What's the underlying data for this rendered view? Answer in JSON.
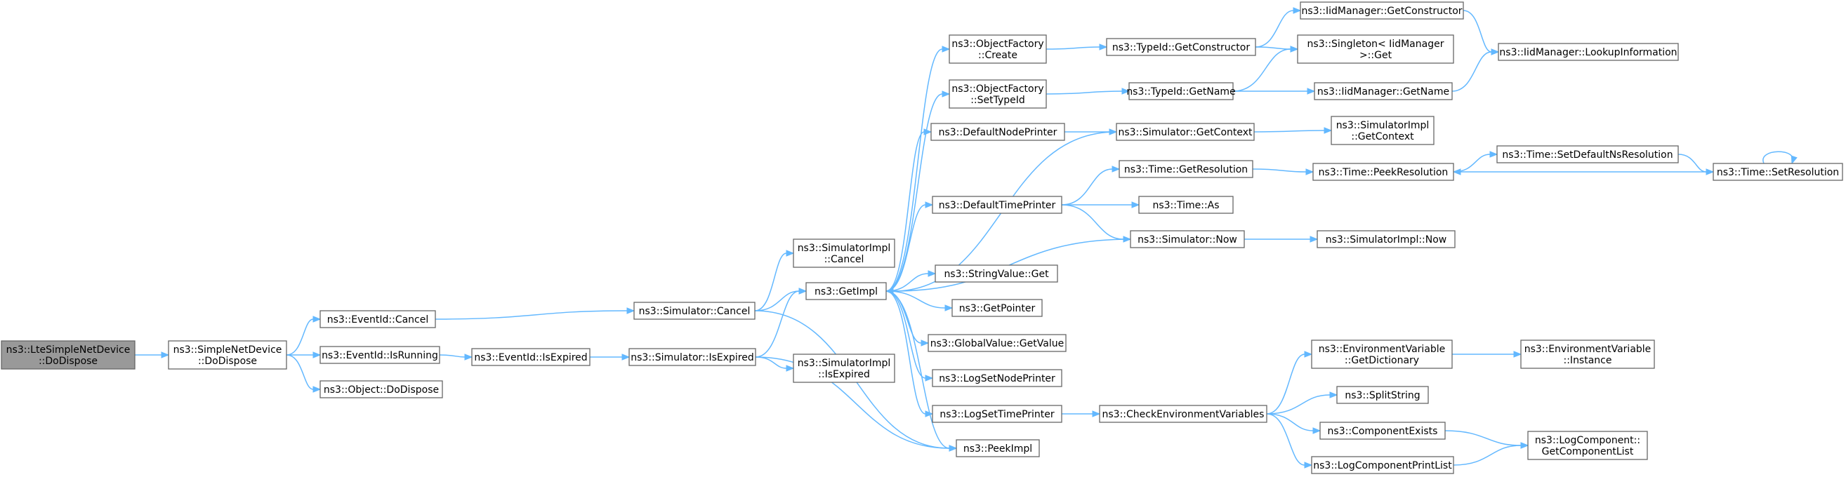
{
  "colors": {
    "edge": "#63b8ff",
    "node_border": "#666666",
    "root_fill": "#999999",
    "node_fill": "#ffffff"
  },
  "nodes": [
    {
      "id": "lte_dodispose",
      "lines": [
        "ns3::LteSimpleNetDevice",
        "::DoDispose"
      ],
      "root": true
    },
    {
      "id": "simple_dodispose",
      "lines": [
        "ns3::SimpleNetDevice",
        "::DoDispose"
      ]
    },
    {
      "id": "eventid_cancel",
      "lines": [
        "ns3::EventId::Cancel"
      ]
    },
    {
      "id": "eventid_isrunning",
      "lines": [
        "ns3::EventId::IsRunning"
      ]
    },
    {
      "id": "object_dodispose",
      "lines": [
        "ns3::Object::DoDispose"
      ]
    },
    {
      "id": "eventid_isexpired",
      "lines": [
        "ns3::EventId::IsExpired"
      ]
    },
    {
      "id": "sim_cancel",
      "lines": [
        "ns3::Simulator::Cancel"
      ]
    },
    {
      "id": "sim_isexpired",
      "lines": [
        "ns3::Simulator::IsExpired"
      ]
    },
    {
      "id": "simimpl_cancel",
      "lines": [
        "ns3::SimulatorImpl",
        "::Cancel"
      ]
    },
    {
      "id": "getimpl",
      "lines": [
        "ns3::GetImpl"
      ]
    },
    {
      "id": "simimpl_isexpired",
      "lines": [
        "ns3::SimulatorImpl",
        "::IsExpired"
      ]
    },
    {
      "id": "peekimpl",
      "lines": [
        "ns3::PeekImpl"
      ]
    },
    {
      "id": "objfactory_create",
      "lines": [
        "ns3::ObjectFactory",
        "::Create"
      ]
    },
    {
      "id": "objfactory_settypeid",
      "lines": [
        "ns3::ObjectFactory",
        "::SetTypeId"
      ]
    },
    {
      "id": "defaultnodeprinter",
      "lines": [
        "ns3::DefaultNodePrinter"
      ]
    },
    {
      "id": "defaulttimeprinter",
      "lines": [
        "ns3::DefaultTimePrinter"
      ]
    },
    {
      "id": "stringvalue_get",
      "lines": [
        "ns3::StringValue::Get"
      ]
    },
    {
      "id": "getpointer",
      "lines": [
        "ns3::GetPointer"
      ]
    },
    {
      "id": "globalvalue_getvalue",
      "lines": [
        "ns3::GlobalValue::GetValue"
      ]
    },
    {
      "id": "logsetnodeprinter",
      "lines": [
        "ns3::LogSetNodePrinter"
      ]
    },
    {
      "id": "logsettimeprinter",
      "lines": [
        "ns3::LogSetTimePrinter"
      ]
    },
    {
      "id": "typeid_getconstructor",
      "lines": [
        "ns3::TypeId::GetConstructor"
      ]
    },
    {
      "id": "typeid_getname",
      "lines": [
        "ns3::TypeId::GetName"
      ]
    },
    {
      "id": "sim_getcontext",
      "lines": [
        "ns3::Simulator::GetContext"
      ]
    },
    {
      "id": "time_getresolution",
      "lines": [
        "ns3::Time::GetResolution"
      ]
    },
    {
      "id": "time_as",
      "lines": [
        "ns3::Time::As"
      ]
    },
    {
      "id": "sim_now",
      "lines": [
        "ns3::Simulator::Now"
      ]
    },
    {
      "id": "checkenvvars",
      "lines": [
        "ns3::CheckEnvironmentVariables"
      ]
    },
    {
      "id": "iidmgr_getconstructor",
      "lines": [
        "ns3::IidManager::GetConstructor"
      ]
    },
    {
      "id": "singleton_get",
      "lines": [
        "ns3::Singleton< IidManager",
        ">::Get"
      ]
    },
    {
      "id": "iidmgr_getname",
      "lines": [
        "ns3::IidManager::GetName"
      ]
    },
    {
      "id": "simimpl_getcontext",
      "lines": [
        "ns3::SimulatorImpl",
        "::GetContext"
      ]
    },
    {
      "id": "time_peekresolution",
      "lines": [
        "ns3::Time::PeekResolution"
      ]
    },
    {
      "id": "simimpl_now",
      "lines": [
        "ns3::SimulatorImpl::Now"
      ]
    },
    {
      "id": "envvar_getdictionary",
      "lines": [
        "ns3::EnvironmentVariable",
        "::GetDictionary"
      ]
    },
    {
      "id": "splitstring",
      "lines": [
        "ns3::SplitString"
      ]
    },
    {
      "id": "componentexists",
      "lines": [
        "ns3::ComponentExists"
      ]
    },
    {
      "id": "logcomponentprintlist",
      "lines": [
        "ns3::LogComponentPrintList"
      ]
    },
    {
      "id": "iidmgr_lookupinfo",
      "lines": [
        "ns3::IidManager::LookupInformation"
      ]
    },
    {
      "id": "time_setdefaultnsres",
      "lines": [
        "ns3::Time::SetDefaultNsResolution"
      ]
    },
    {
      "id": "time_setresolution",
      "lines": [
        "ns3::Time::SetResolution"
      ]
    },
    {
      "id": "envvar_instance",
      "lines": [
        "ns3::EnvironmentVariable",
        "::Instance"
      ]
    },
    {
      "id": "logcomponent_getlist",
      "lines": [
        "ns3::LogComponent::",
        "GetComponentList"
      ]
    }
  ],
  "edges": [
    [
      "lte_dodispose",
      "simple_dodispose"
    ],
    [
      "simple_dodispose",
      "eventid_cancel"
    ],
    [
      "simple_dodispose",
      "eventid_isrunning"
    ],
    [
      "simple_dodispose",
      "object_dodispose"
    ],
    [
      "eventid_cancel",
      "sim_cancel"
    ],
    [
      "eventid_isrunning",
      "eventid_isexpired"
    ],
    [
      "eventid_isexpired",
      "sim_isexpired"
    ],
    [
      "sim_cancel",
      "simimpl_cancel"
    ],
    [
      "sim_cancel",
      "getimpl"
    ],
    [
      "sim_cancel",
      "peekimpl"
    ],
    [
      "sim_isexpired",
      "getimpl"
    ],
    [
      "sim_isexpired",
      "simimpl_isexpired"
    ],
    [
      "sim_isexpired",
      "peekimpl"
    ],
    [
      "getimpl",
      "objfactory_create"
    ],
    [
      "getimpl",
      "objfactory_settypeid"
    ],
    [
      "getimpl",
      "defaultnodeprinter"
    ],
    [
      "getimpl",
      "defaulttimeprinter"
    ],
    [
      "getimpl",
      "stringvalue_get"
    ],
    [
      "getimpl",
      "getpointer"
    ],
    [
      "getimpl",
      "globalvalue_getvalue"
    ],
    [
      "getimpl",
      "logsetnodeprinter"
    ],
    [
      "getimpl",
      "logsettimeprinter"
    ],
    [
      "getimpl",
      "peekimpl"
    ],
    [
      "objfactory_create",
      "typeid_getconstructor"
    ],
    [
      "objfactory_settypeid",
      "typeid_getname"
    ],
    [
      "defaultnodeprinter",
      "sim_getcontext"
    ],
    [
      "defaulttimeprinter",
      "time_getresolution"
    ],
    [
      "defaulttimeprinter",
      "time_as"
    ],
    [
      "defaulttimeprinter",
      "sim_now"
    ],
    [
      "logsettimeprinter",
      "checkenvvars"
    ],
    [
      "typeid_getconstructor",
      "iidmgr_getconstructor"
    ],
    [
      "typeid_getconstructor",
      "singleton_get"
    ],
    [
      "typeid_getname",
      "singleton_get"
    ],
    [
      "typeid_getname",
      "iidmgr_getname"
    ],
    [
      "iidmgr_getconstructor",
      "iidmgr_lookupinfo"
    ],
    [
      "iidmgr_getname",
      "iidmgr_lookupinfo"
    ],
    [
      "sim_getcontext",
      "getimpl"
    ],
    [
      "sim_getcontext",
      "simimpl_getcontext"
    ],
    [
      "time_getresolution",
      "time_peekresolution"
    ],
    [
      "sim_now",
      "getimpl"
    ],
    [
      "sim_now",
      "simimpl_now"
    ],
    [
      "time_peekresolution",
      "time_setdefaultnsres"
    ],
    [
      "time_setdefaultnsres",
      "time_setresolution"
    ],
    [
      "time_setresolution",
      "time_peekresolution"
    ],
    [
      "time_setresolution",
      "time_setresolution"
    ],
    [
      "checkenvvars",
      "envvar_getdictionary"
    ],
    [
      "checkenvvars",
      "splitstring"
    ],
    [
      "checkenvvars",
      "componentexists"
    ],
    [
      "checkenvvars",
      "logcomponentprintlist"
    ],
    [
      "envvar_getdictionary",
      "envvar_instance"
    ],
    [
      "componentexists",
      "logcomponent_getlist"
    ],
    [
      "logcomponentprintlist",
      "logcomponent_getlist"
    ]
  ]
}
